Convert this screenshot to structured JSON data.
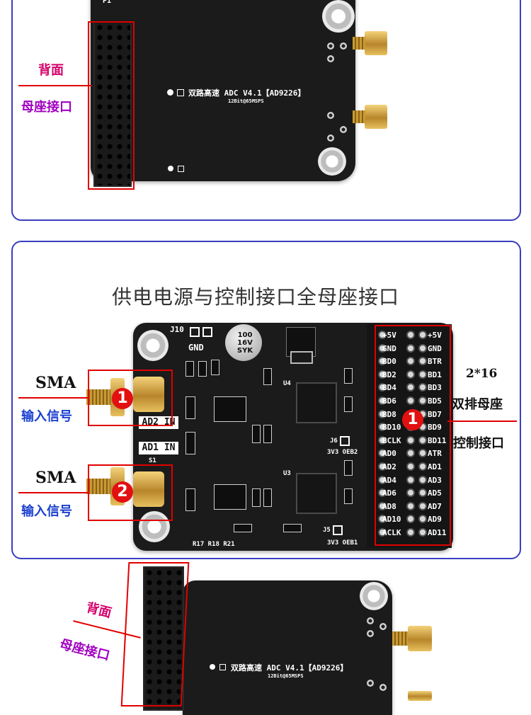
{
  "colors": {
    "panel_border": "#3a3fbf",
    "highlight_red": "#e10000",
    "pcb": "#1b1b1b",
    "badge": "#e21010",
    "label_pink": "#d4006a",
    "label_purple": "#a000c0",
    "label_blue": "#1a3fd0"
  },
  "top_panel": {
    "back_label": "背面",
    "socket_label": "母座接口",
    "board_title": "双路高速  ADC V4.1【AD9226】",
    "board_subtitle": "12Bit@65MSPS",
    "pin_label": "P1"
  },
  "middle_panel": {
    "heading": "供电电源与控制接口全母座接口",
    "sma_top": "SMA",
    "input_top": "输入信号",
    "sma_bottom": "SMA",
    "input_bottom": "输入信号",
    "badge_1": "1",
    "badge_2": "2",
    "header_size": "2*16",
    "header_desc": "双排母座",
    "header_func": "控制接口",
    "silk": {
      "j10": "J10",
      "gnd": "GND",
      "cap_value": "100",
      "cap_voltage": "16V",
      "cap_brand": "SYK",
      "ad2_in": "AD2 IN",
      "ad1_in": "AD1 IN",
      "s1": "S1",
      "u4": "U4",
      "u3": "U3",
      "j6": "J6",
      "j5": "J5",
      "oeb2": "3V3 OEB2",
      "oeb1": "3V3 OEB1",
      "bottom_refs": "R17 R18 R21"
    },
    "pins_left": [
      "+5V",
      "GND",
      "BD0",
      "BD2",
      "BD4",
      "BD6",
      "BD8",
      "BD10",
      "BCLK",
      "AD0",
      "AD2",
      "AD4",
      "AD6",
      "AD8",
      "AD10",
      "ACLK"
    ],
    "pins_right": [
      "+5V",
      "GND",
      "BTR",
      "BD1",
      "BD3",
      "BD5",
      "BD7",
      "BD9",
      "BD11",
      "ATR",
      "AD1",
      "AD3",
      "AD5",
      "AD7",
      "AD9",
      "AD11"
    ]
  },
  "bottom_panel": {
    "back_label": "背面",
    "socket_label": "母座接口",
    "board_title": "双路高速  ADC V4.1【AD9226】",
    "board_subtitle": "12Bit@65MSPS"
  }
}
